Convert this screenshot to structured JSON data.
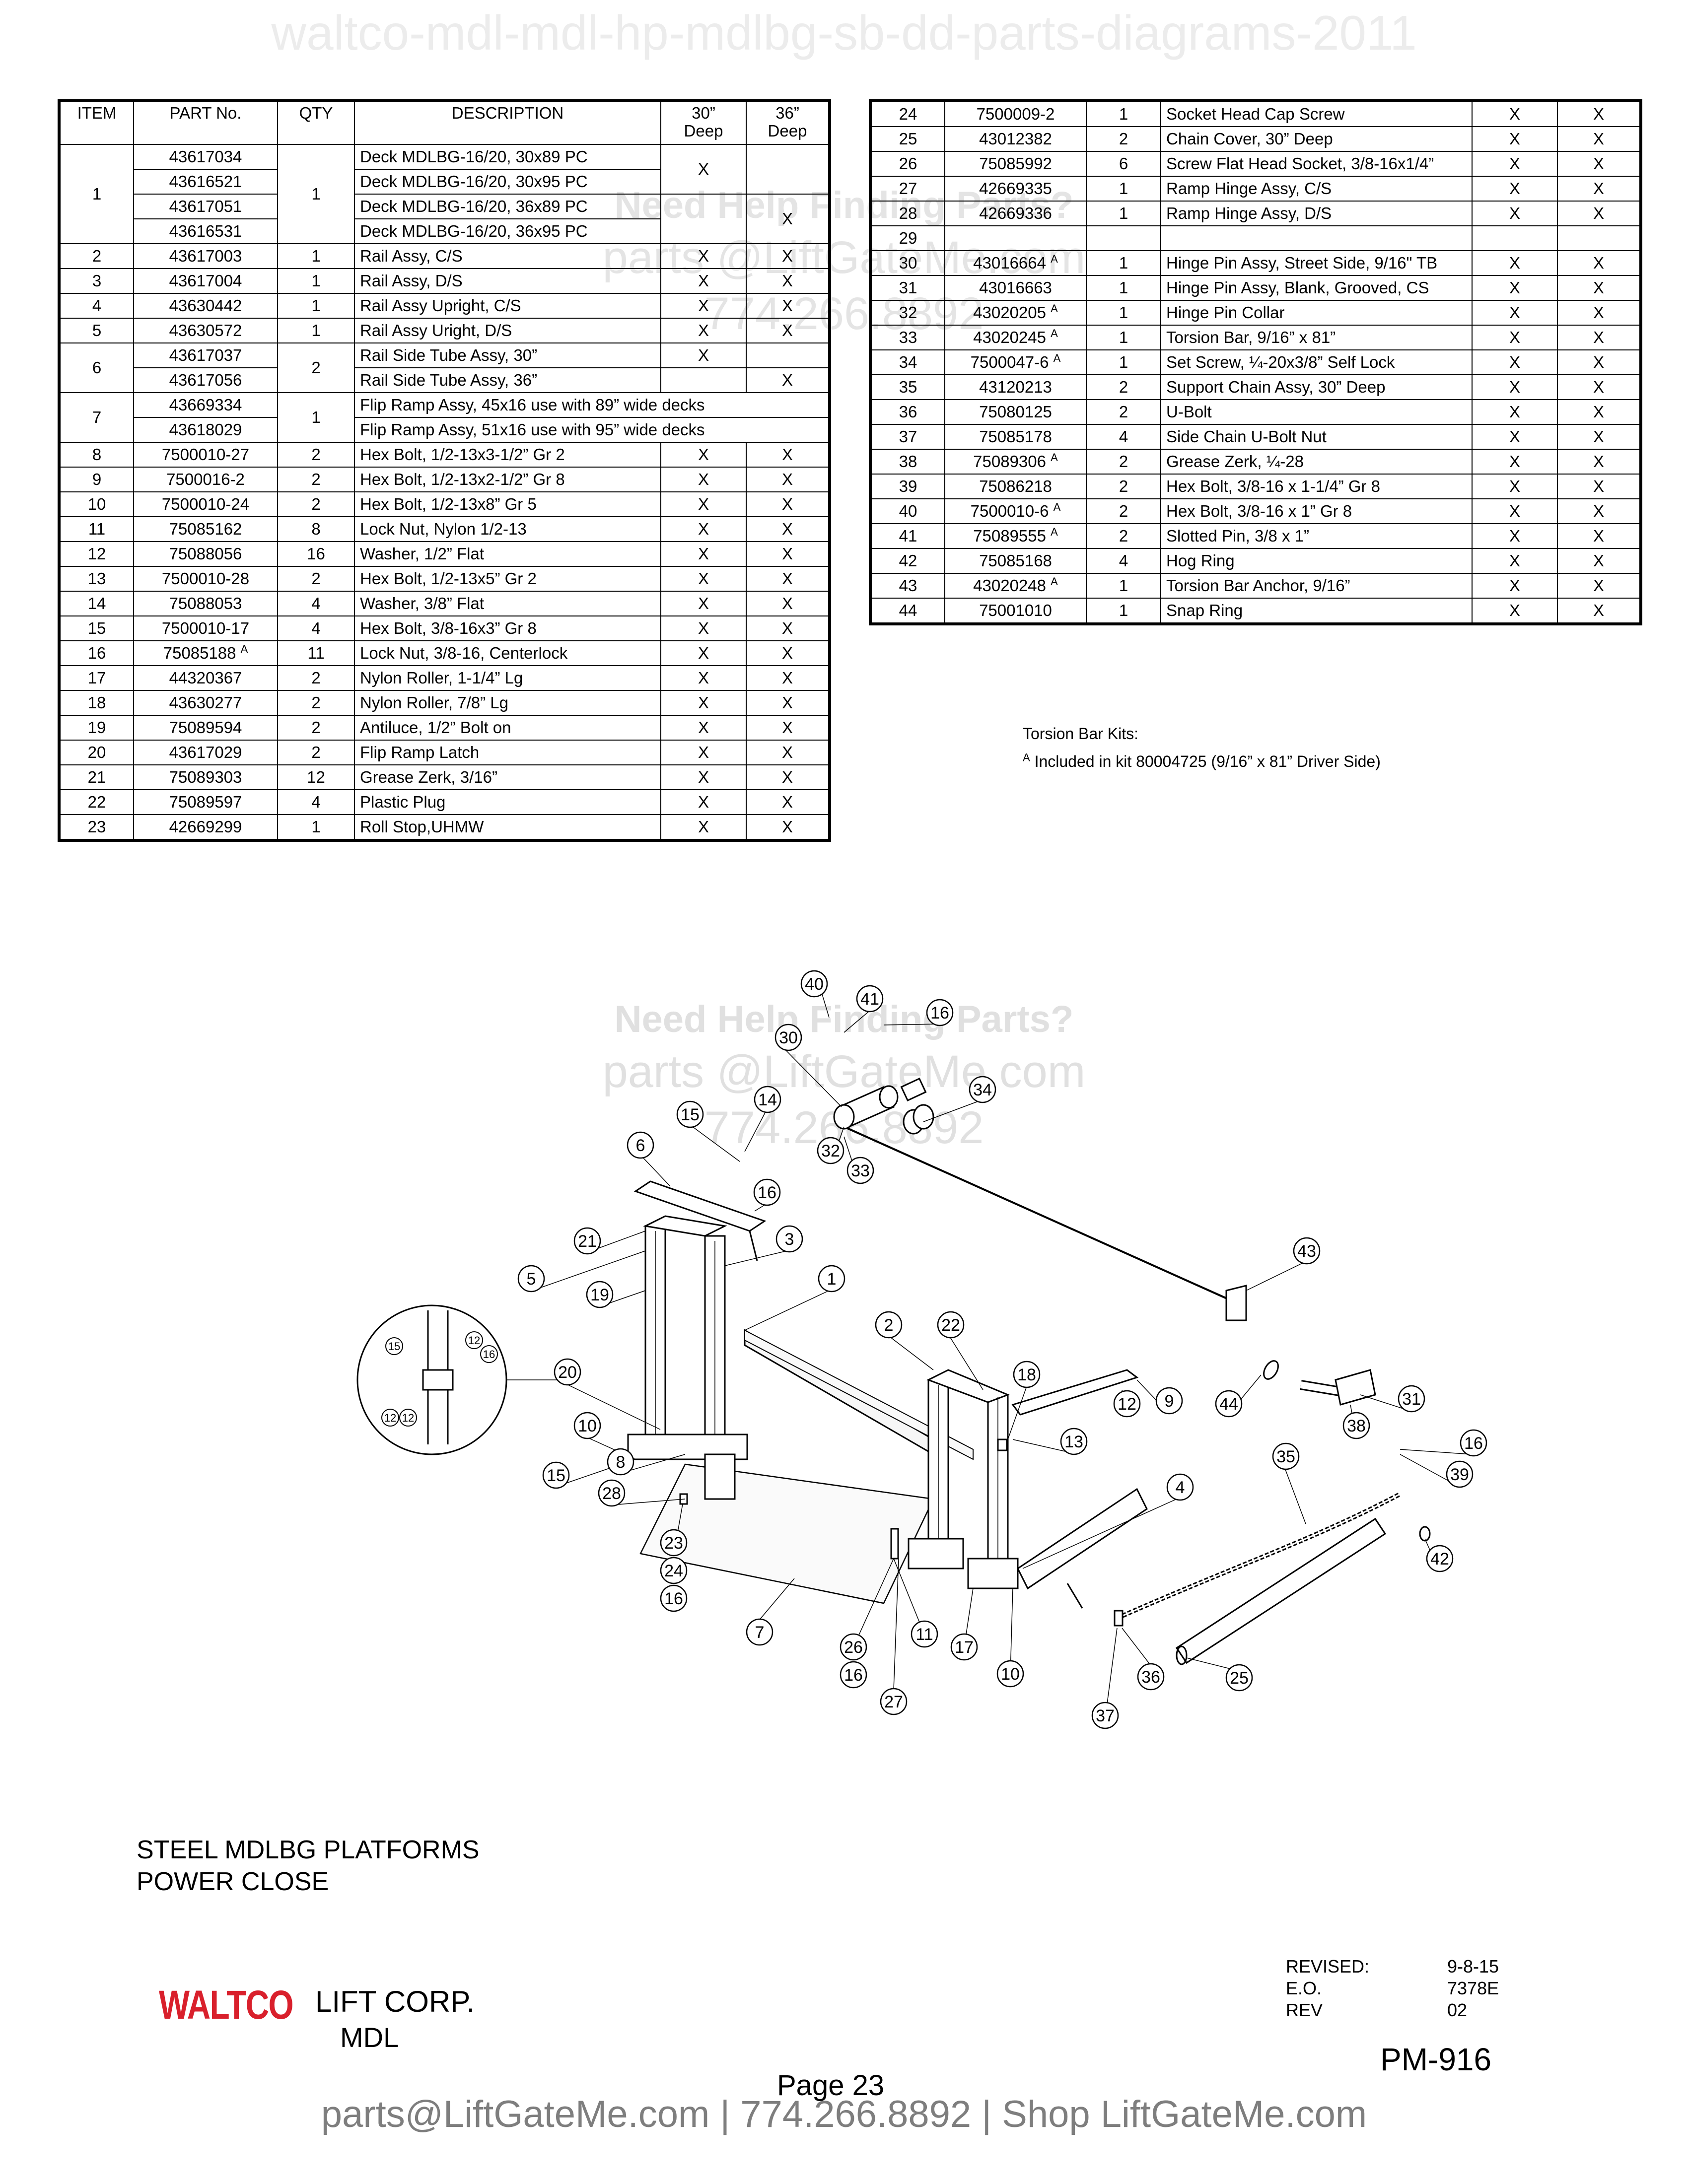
{
  "header": {
    "watermark": "waltco-mdl-mdl-hp-mdlbg-sb-dd-parts-diagrams-2011"
  },
  "promo": {
    "line1": "Need Help Finding Parts?",
    "line2": "parts @LiftGateMe.com",
    "line3": "774.266.8892"
  },
  "left_table": {
    "headers": {
      "item": "ITEM",
      "part": "PART No.",
      "qty": "QTY",
      "desc": "DESCRIPTION",
      "d30": "30”\nDeep",
      "d36": "36”\nDeep"
    },
    "group1": {
      "item": "1",
      "qty": "1",
      "rows": [
        {
          "part": "43617034",
          "desc": "Deck MDLBG-16/20,   30x89 PC"
        },
        {
          "part": "43616521",
          "desc": "Deck MDLBG-16/20,   30x95 PC"
        },
        {
          "part": "43617051",
          "desc": "Deck MDLBG-16/20,   36x89 PC"
        },
        {
          "part": "43616531",
          "desc": "Deck MDLBG-16/20,   36x95 PC"
        }
      ],
      "x30": "X",
      "x36": "X"
    },
    "rows_a": [
      {
        "item": "2",
        "part": "43617003",
        "qty": "1",
        "desc": "Rail Assy, C/S",
        "d30": "X",
        "d36": "X"
      },
      {
        "item": "3",
        "part": "43617004",
        "qty": "1",
        "desc": "Rail Assy, D/S",
        "d30": "X",
        "d36": "X"
      },
      {
        "item": "4",
        "part": "43630442",
        "qty": "1",
        "desc": "Rail Assy Upright, C/S",
        "d30": "X",
        "d36": "X"
      },
      {
        "item": "5",
        "part": "43630572",
        "qty": "1",
        "desc": "Rail Assy Uright, D/S",
        "d30": "X",
        "d36": "X"
      }
    ],
    "group6": {
      "item": "6",
      "qty": "2",
      "rows": [
        {
          "part": "43617037",
          "desc": "Rail Side Tube Assy, 30”",
          "d30": "X",
          "d36": ""
        },
        {
          "part": "43617056",
          "desc": "Rail Side Tube Assy, 36”",
          "d30": "",
          "d36": "X"
        }
      ]
    },
    "group7": {
      "item": "7",
      "qty": "1",
      "rows": [
        {
          "part": "43669334",
          "desc": "Flip Ramp Assy, 45x16 use with 89” wide decks"
        },
        {
          "part": "43618029",
          "desc": "Flip Ramp Assy, 51x16 use with 95” wide decks"
        }
      ]
    },
    "rows_b": [
      {
        "item": "8",
        "part": "7500010-27",
        "qty": "2",
        "desc": "Hex Bolt, 1/2-13x3-1/2” Gr 2",
        "d30": "X",
        "d36": "X"
      },
      {
        "item": "9",
        "part": "7500016-2",
        "qty": "2",
        "desc": "Hex Bolt, 1/2-13x2-1/2” Gr 8",
        "d30": "X",
        "d36": "X"
      },
      {
        "item": "10",
        "part": "7500010-24",
        "qty": "2",
        "desc": "Hex Bolt, 1/2-13x8” Gr 5",
        "d30": "X",
        "d36": "X"
      },
      {
        "item": "11",
        "part": "75085162",
        "qty": "8",
        "desc": "Lock Nut, Nylon 1/2-13",
        "d30": "X",
        "d36": "X"
      },
      {
        "item": "12",
        "part": "75088056",
        "qty": "16",
        "desc": "Washer, 1/2” Flat",
        "d30": "X",
        "d36": "X"
      },
      {
        "item": "13",
        "part": "7500010-28",
        "qty": "2",
        "desc": "Hex Bolt, 1/2-13x5” Gr 2",
        "d30": "X",
        "d36": "X"
      },
      {
        "item": "14",
        "part": "75088053",
        "qty": "4",
        "desc": "Washer, 3/8” Flat",
        "d30": "X",
        "d36": "X"
      },
      {
        "item": "15",
        "part": "7500010-17",
        "qty": "4",
        "desc": "Hex Bolt, 3/8-16x3” Gr 8",
        "d30": "X",
        "d36": "X"
      },
      {
        "item": "16",
        "part": "75085188",
        "sup": "A",
        "qty": "11",
        "desc": "Lock Nut, 3/8-16, Centerlock",
        "d30": "X",
        "d36": "X"
      },
      {
        "item": "17",
        "part": "44320367",
        "qty": "2",
        "desc": "Nylon Roller, 1-1/4” Lg",
        "d30": "X",
        "d36": "X"
      },
      {
        "item": "18",
        "part": "43630277",
        "qty": "2",
        "desc": "Nylon Roller, 7/8” Lg",
        "d30": "X",
        "d36": "X"
      },
      {
        "item": "19",
        "part": "75089594",
        "qty": "2",
        "desc": "Antiluce, 1/2” Bolt on",
        "d30": "X",
        "d36": "X"
      },
      {
        "item": "20",
        "part": "43617029",
        "qty": "2",
        "desc": "Flip Ramp Latch",
        "d30": "X",
        "d36": "X"
      },
      {
        "item": "21",
        "part": "75089303",
        "qty": "12",
        "desc": "Grease Zerk, 3/16”",
        "d30": "X",
        "d36": "X"
      },
      {
        "item": "22",
        "part": "75089597",
        "qty": "4",
        "desc": "Plastic Plug",
        "d30": "X",
        "d36": "X"
      },
      {
        "item": "23",
        "part": "42669299",
        "qty": "1",
        "desc": "Roll Stop,UHMW",
        "d30": "X",
        "d36": "X"
      }
    ]
  },
  "right_table": {
    "rows": [
      {
        "item": "24",
        "part": "7500009-2",
        "qty": "1",
        "desc": "Socket Head Cap Screw",
        "d30": "X",
        "d36": "X"
      },
      {
        "item": "25",
        "part": "43012382",
        "qty": "2",
        "desc": "Chain Cover, 30” Deep",
        "d30": "X",
        "d36": "X"
      },
      {
        "item": "26",
        "part": "75085992",
        "qty": "6",
        "desc": "Screw Flat Head Socket, 3/8-16x1/4”",
        "d30": "X",
        "d36": "X"
      },
      {
        "item": "27",
        "part": "42669335",
        "qty": "1",
        "desc": "Ramp Hinge Assy, C/S",
        "d30": "X",
        "d36": "X"
      },
      {
        "item": "28",
        "part": "42669336",
        "qty": "1",
        "desc": "Ramp Hinge Assy, D/S",
        "d30": "X",
        "d36": "X"
      },
      {
        "item": "29",
        "part": "",
        "qty": "",
        "desc": "",
        "d30": "",
        "d36": ""
      },
      {
        "item": "30",
        "part": "43016664",
        "sup": "A",
        "qty": "1",
        "desc": "Hinge Pin Assy, Street Side, 9/16\" TB",
        "d30": "X",
        "d36": "X"
      },
      {
        "item": "31",
        "part": "43016663",
        "qty": "1",
        "desc": "Hinge Pin Assy, Blank, Grooved, CS",
        "d30": "X",
        "d36": "X"
      },
      {
        "item": "32",
        "part": "43020205",
        "sup": "A",
        "qty": "1",
        "desc": "Hinge Pin Collar",
        "d30": "X",
        "d36": "X"
      },
      {
        "item": "33",
        "part": "43020245",
        "sup": "A",
        "qty": "1",
        "desc": "Torsion Bar, 9/16” x 81”",
        "d30": "X",
        "d36": "X"
      },
      {
        "item": "34",
        "part": "7500047-6",
        "sup": "A",
        "qty": "1",
        "desc": "Set Screw, ¼-20x3/8” Self Lock",
        "d30": "X",
        "d36": "X"
      },
      {
        "item": "35",
        "part": "43120213",
        "qty": "2",
        "desc": "Support Chain Assy, 30” Deep",
        "d30": "X",
        "d36": "X"
      },
      {
        "item": "36",
        "part": "75080125",
        "qty": "2",
        "desc": "U-Bolt",
        "d30": "X",
        "d36": "X"
      },
      {
        "item": "37",
        "part": "75085178",
        "qty": "4",
        "desc": "Side Chain U-Bolt Nut",
        "d30": "X",
        "d36": "X"
      },
      {
        "item": "38",
        "part": "75089306",
        "sup": "A",
        "qty": "2",
        "desc": "Grease Zerk, ¼-28",
        "d30": "X",
        "d36": "X"
      },
      {
        "item": "39",
        "part": "75086218",
        "qty": "2",
        "desc": "Hex Bolt, 3/8-16 x 1-1/4” Gr 8",
        "d30": "X",
        "d36": "X"
      },
      {
        "item": "40",
        "part": "7500010-6",
        "sup": "A",
        "qty": "2",
        "desc": "Hex Bolt, 3/8-16 x 1” Gr 8",
        "d30": "X",
        "d36": "X"
      },
      {
        "item": "41",
        "part": "75089555",
        "sup": "A",
        "qty": "2",
        "desc": "Slotted Pin, 3/8 x 1”",
        "d30": "X",
        "d36": "X"
      },
      {
        "item": "42",
        "part": "75085168",
        "qty": "4",
        "desc": "Hog Ring",
        "d30": "X",
        "d36": "X"
      },
      {
        "item": "43",
        "part": "43020248",
        "sup": "A",
        "qty": "1",
        "desc": "Torsion Bar Anchor, 9/16”",
        "d30": "X",
        "d36": "X"
      },
      {
        "item": "44",
        "part": "75001010",
        "qty": "1",
        "desc": "Snap Ring",
        "d30": "X",
        "d36": "X"
      }
    ]
  },
  "kits": {
    "title": "Torsion Bar Kits:",
    "sup": "A",
    "note": " Included in kit 80004725  (9/16” x 81” Driver Side)"
  },
  "diagram": {
    "callouts": [
      "40",
      "41",
      "16",
      "30",
      "34",
      "14",
      "15",
      "32",
      "33",
      "6",
      "16",
      "21",
      "3",
      "43",
      "5",
      "19",
      "1",
      "2",
      "22",
      "18",
      "9",
      "12",
      "44",
      "31",
      "38",
      "20",
      "10",
      "13",
      "16",
      "39",
      "8",
      "15",
      "28",
      "4",
      "35",
      "42",
      "23",
      "24",
      "16",
      "7",
      "11",
      "17",
      "10",
      "26",
      "16",
      "27",
      "36",
      "25",
      "37"
    ],
    "detail_callouts": [
      "15",
      "12",
      "16",
      "12",
      "12"
    ]
  },
  "platform": {
    "line1": "STEEL MDLBG PLATFORMS",
    "line2": "POWER CLOSE"
  },
  "revision": {
    "revised_label": "REVISED:",
    "revised_value": "9-8-15",
    "eo_label": "E.O.",
    "eo_value": "7378E",
    "rev_label": "REV",
    "rev_value": "02"
  },
  "brand": {
    "logo": "WALTCO",
    "company": "LIFT CORP.",
    "model": "MDL",
    "logo_color": "#d9202c"
  },
  "pm_number": "PM-916",
  "page": "Page 23",
  "footer": "parts@LiftGateMe.com | 774.266.8892 | Shop LiftGateMe.com"
}
